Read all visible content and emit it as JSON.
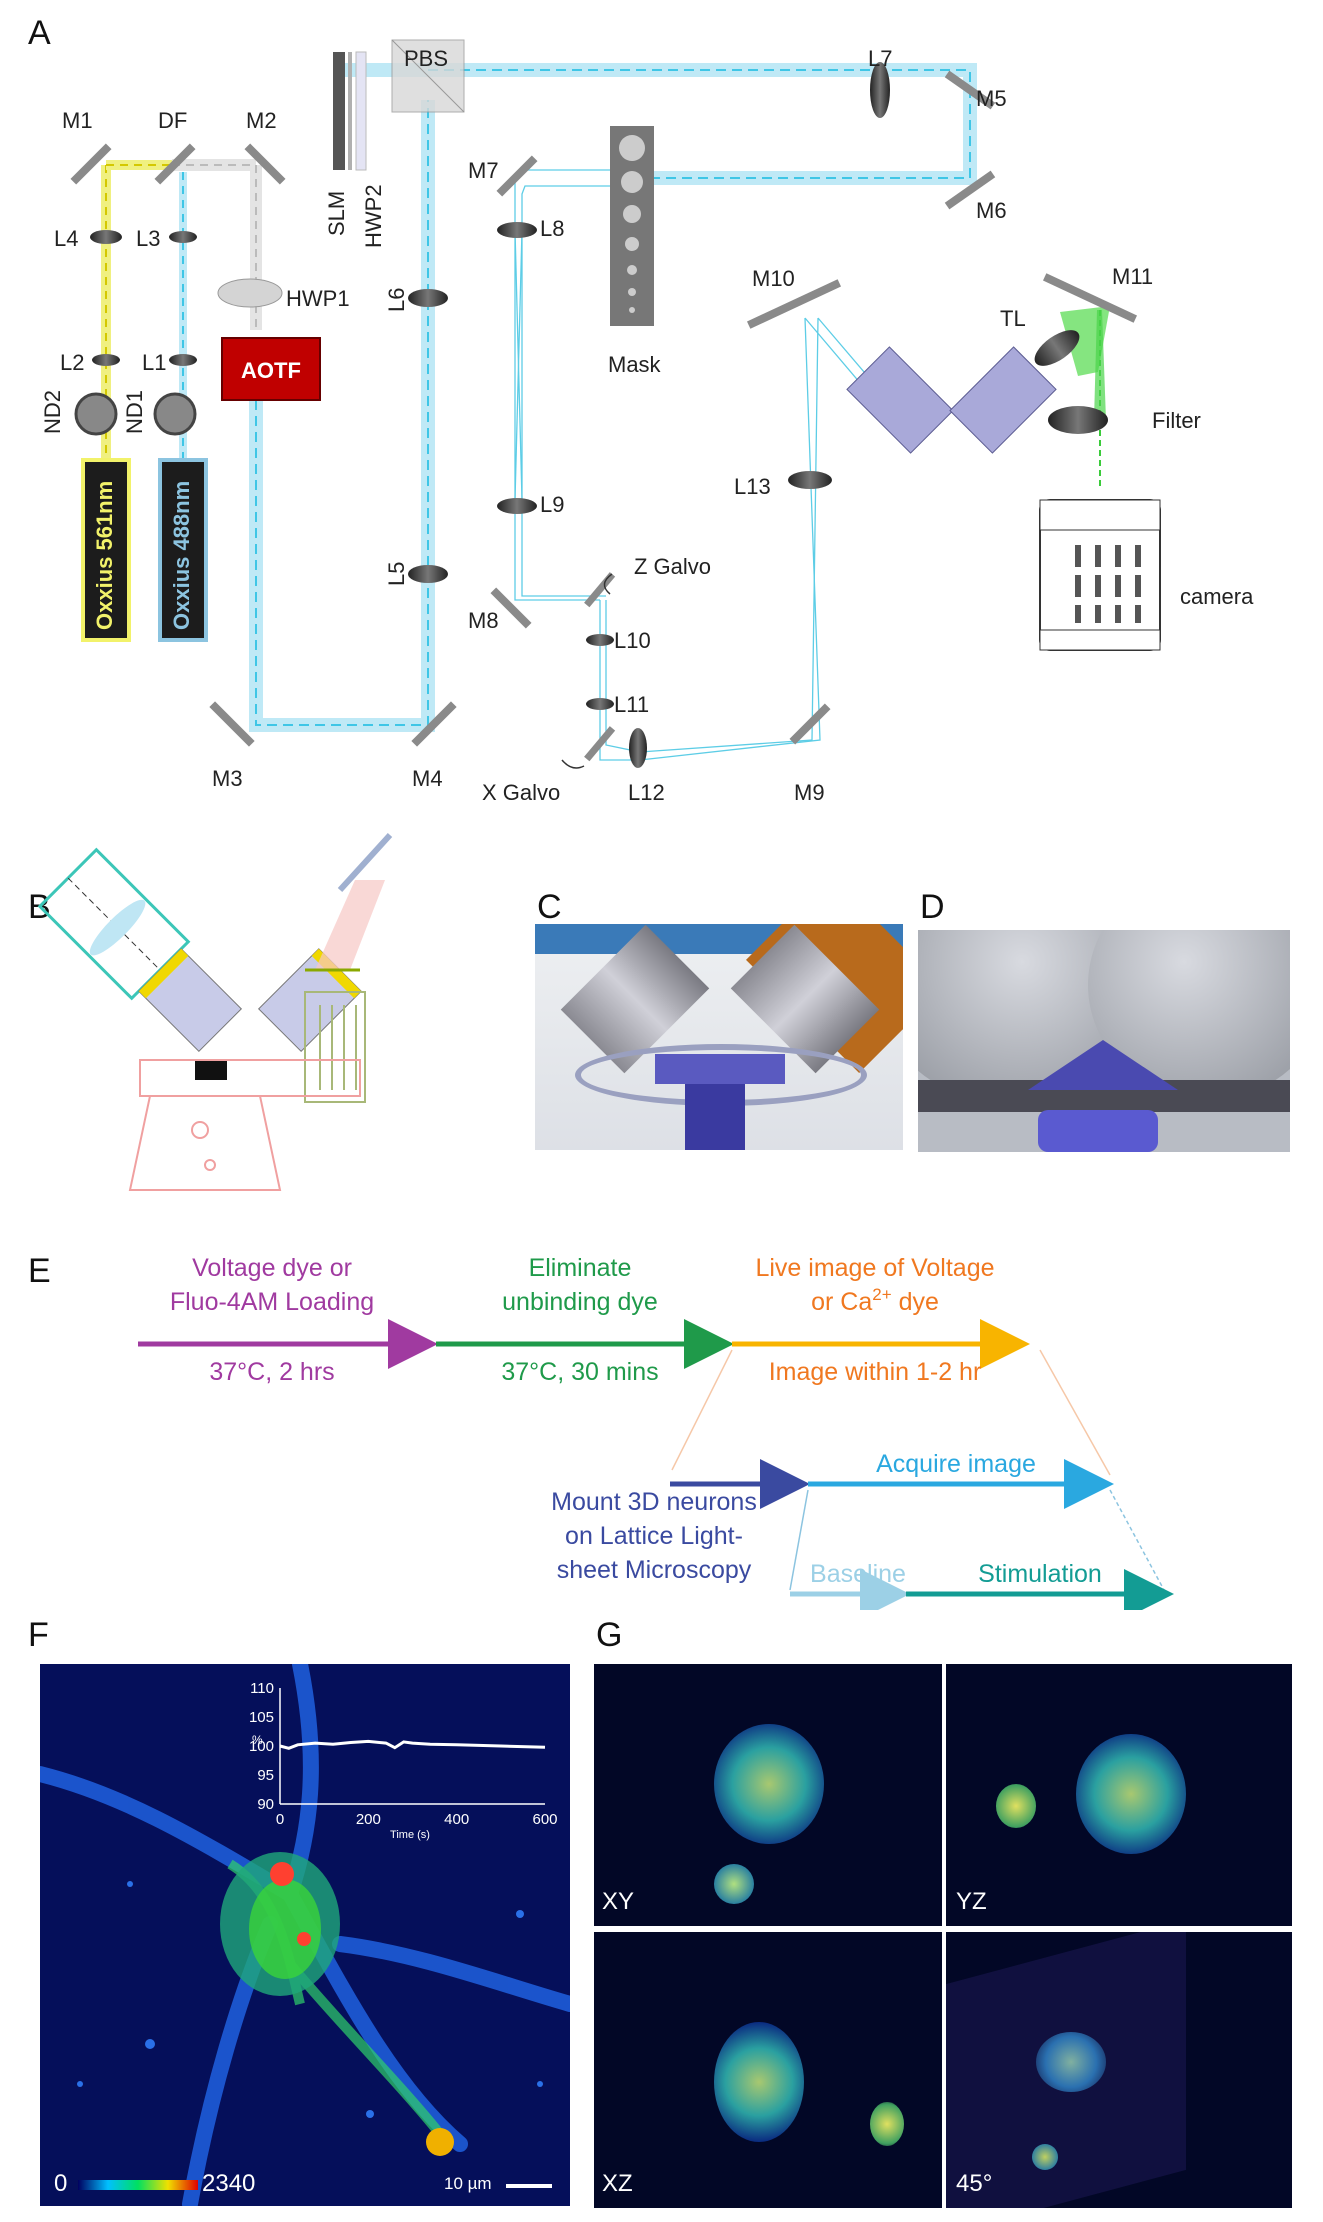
{
  "panels": {
    "a": "A",
    "b": "B",
    "c": "C",
    "d": "D",
    "e": "E",
    "f": "F",
    "g": "G"
  },
  "optics": {
    "m1": "M1",
    "df": "DF",
    "m2": "M2",
    "l4": "L4",
    "l3": "L3",
    "hwp1": "HWP1",
    "l2": "L2",
    "l1": "L1",
    "aotf": "AOTF",
    "nd2": "ND2",
    "nd1": "ND1",
    "laser561": "Oxxius 561nm",
    "laser488": "Oxxius 488nm",
    "slm": "SLM",
    "hwp2": "HWP2",
    "pbs": "PBS",
    "l6": "L6",
    "l5": "L5",
    "m3": "M3",
    "m4": "M4",
    "m7": "M7",
    "l8": "L8",
    "l9": "L9",
    "m8": "M8",
    "zgalvo": "Z Galvo",
    "l10": "L10",
    "l11": "L11",
    "xgalvo": "X Galvo",
    "l12": "L12",
    "mask": "Mask",
    "l7": "L7",
    "m5": "M5",
    "m6": "M6",
    "m10": "M10",
    "m11": "M11",
    "tl": "TL",
    "filter": "Filter",
    "l13": "L13",
    "m9": "M9",
    "camera": "camera"
  },
  "colors": {
    "yellow": "#e8e840",
    "cyan": "#3fc6e6",
    "aotf": "#c00000",
    "purple": "#a03aa0",
    "green": "#1f9a4a",
    "orange": "#f07820",
    "amber": "#f8b400",
    "navy": "#3a4aa0",
    "blue": "#2aa8e0",
    "lightblue": "#9cd0e6",
    "teal": "#139c94"
  },
  "workflow": {
    "step1_line1": "Voltage dye  or",
    "step1_line2": "Fluo-4AM Loading",
    "step1_cond": "37°C, 2 hrs",
    "step2_line1": "Eliminate",
    "step2_line2": "unbinding dye",
    "step2_cond": "37°C, 30 mins",
    "step3_line1": "Live image of Voltage",
    "step3_line2_a": "or Ca",
    "step3_line2_sup": "2+",
    "step3_line2_b": " dye",
    "step3_cond": "Image within 1-2 hr",
    "mount_line1": "Mount 3D neurons",
    "mount_line2": "on Lattice Light-",
    "mount_line3": "sheet Microscopy",
    "acquire": "Acquire image",
    "baseline": "Baseline",
    "stimulation": "Stimulation"
  },
  "panel_f": {
    "colorbar_min": "0",
    "colorbar_max": "2340",
    "scalebar": "10 µm",
    "inset_ylabel": "%",
    "inset_xlabel": "Time (s)"
  },
  "chart_data": {
    "type": "line",
    "xlabel": "Time (s)",
    "ylabel": "%",
    "xlim": [
      0,
      600
    ],
    "ylim": [
      90,
      110
    ],
    "xticks": [
      0,
      200,
      400,
      600
    ],
    "yticks": [
      90,
      95,
      100,
      105,
      110
    ],
    "grid": false,
    "series": [
      {
        "x": [
          0,
          20,
          40,
          80,
          120,
          160,
          200,
          240,
          260,
          280,
          300,
          340,
          400,
          450,
          500,
          600
        ],
        "values": [
          100,
          99.6,
          100.2,
          100.5,
          100.3,
          100.6,
          100.8,
          100.5,
          99.7,
          100.7,
          100.5,
          100.3,
          100.2,
          100.1,
          100.0,
          99.8
        ]
      }
    ]
  },
  "panel_g": {
    "xy": "XY",
    "yz": "YZ",
    "xz": "XZ",
    "deg45": "45°"
  }
}
